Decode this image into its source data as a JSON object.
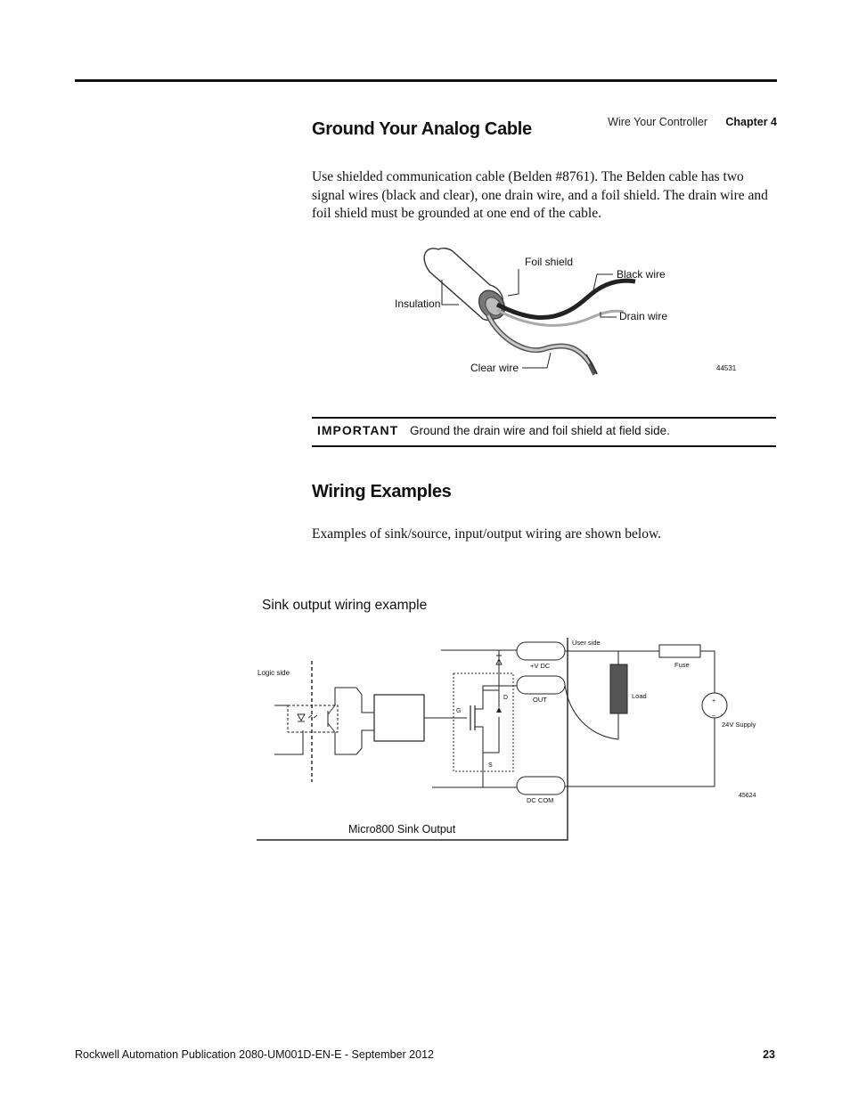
{
  "header": {
    "section_title": "Wire Your Controller",
    "chapter": "Chapter 4"
  },
  "ground_section": {
    "heading": "Ground Your Analog Cable",
    "paragraph_lines": [
      "Use shielded communication cable (Belden #8761). The Belden cable has two",
      "signal wires (black and clear), one drain wire, and a foil shield. The drain wire and",
      "foil shield must be grounded at one end of the cable."
    ],
    "figure": {
      "labels": {
        "foil_shield": "Foil shield",
        "black_wire": "Black wire",
        "insulation": "Insulation",
        "drain_wire": "Drain wire",
        "clear_wire": "Clear wire"
      },
      "figure_id": "44531"
    },
    "important": {
      "label": "IMPORTANT",
      "text": "Ground the drain wire and foil shield at field side."
    }
  },
  "wiring_section": {
    "heading": "Wiring Examples",
    "paragraph": "Examples of sink/source, input/output wiring are shown below.",
    "figure": {
      "title": "Sink output wiring example",
      "labels": {
        "logic_side": "Logic side",
        "user_side": "User side",
        "plus_v_dc": "+V DC",
        "out": "OUT",
        "dc_com": "DC COM",
        "load": "Load",
        "fuse": "Fuse",
        "supply": "24V Supply",
        "gate": "G",
        "drain": "D",
        "source": "S",
        "plus": "+",
        "minus": "–"
      },
      "caption": "Micro800 Sink Output",
      "figure_id": "45624"
    }
  },
  "footer": {
    "publication": "Rockwell Automation Publication 2080-UM001D-EN-E - September 2012",
    "page_number": "23"
  }
}
